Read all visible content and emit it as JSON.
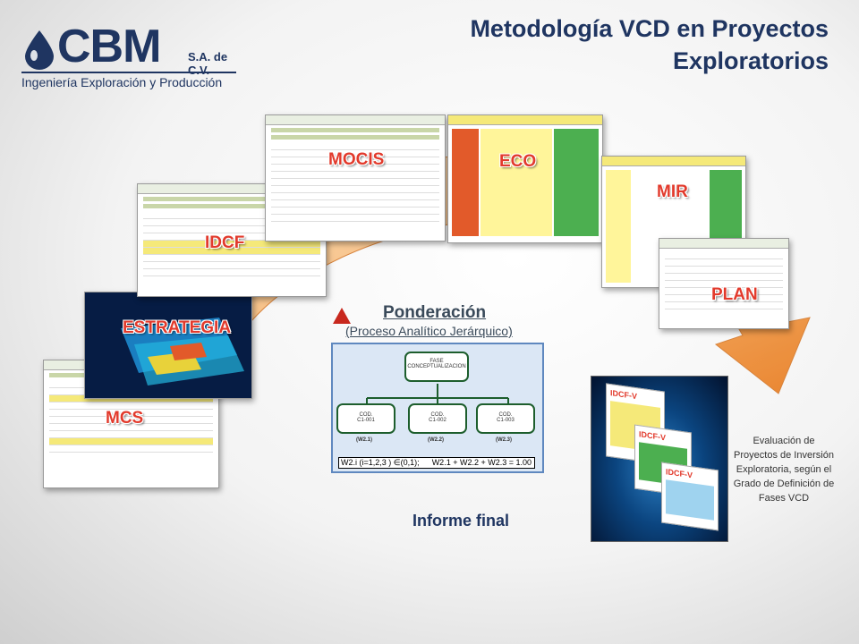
{
  "header": {
    "title_line1": "Metodología VCD en Proyectos",
    "title_line2": "Exploratorios",
    "logo_name": "CBM",
    "logo_suffix": "S.A. de C.V.",
    "logo_subtitle": "Ingeniería Exploración y Producción"
  },
  "steps": [
    {
      "label": "MCS"
    },
    {
      "label": "ESTRATEGIA"
    },
    {
      "label": "IDCF"
    },
    {
      "label": "MOCIS"
    },
    {
      "label": "ECO"
    },
    {
      "label": "MIR"
    },
    {
      "label": "PLAN"
    }
  ],
  "ponderacion": {
    "title": "Ponderación",
    "subtitle": "(Proceso Analítico Jerárquico)",
    "root_line1": "FASE",
    "root_line2": "CONCEPTUALIZACION",
    "children": [
      {
        "line1": "COD.",
        "line2": "C1-001",
        "weight": "(W2.1)"
      },
      {
        "line1": "COD.",
        "line2": "C1-002",
        "weight": "(W2.2)"
      },
      {
        "line1": "COD.",
        "line2": "C1-003",
        "weight": "(W2.3)"
      }
    ],
    "formula_left": "W2.i (i=1,2,3 ) ∈(0,1);",
    "formula_right": "W2.1 + W2.2 + W2.3 = 1.00"
  },
  "report": {
    "title": "Informe final",
    "description": "Evaluación de Proyectos de Inversión Exploratoria, según el Grado de Definición de Fases VCD",
    "card_labels": [
      "IDCF-V",
      "IDCF-V",
      "IDCF-V"
    ]
  },
  "colors": {
    "brand": "#1f3561",
    "label_red": "#e23a2c",
    "arrow_orange": "#f08a24"
  }
}
